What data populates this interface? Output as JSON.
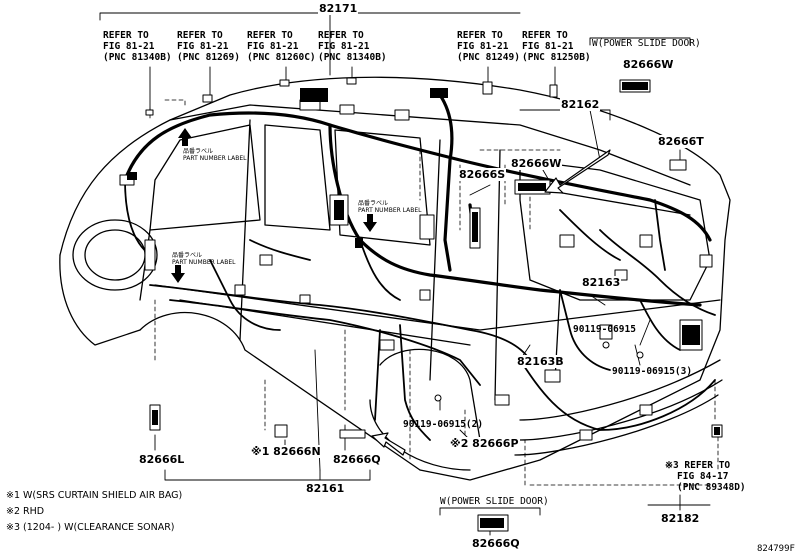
{
  "refs": {
    "r81340b_left": [
      "REFER TO",
      "FIG 81-21",
      "(PNC 81340B)"
    ],
    "r81269": [
      "REFER TO",
      "FIG 81-21",
      "(PNC 81269)"
    ],
    "r81260c": [
      "REFER TO",
      "FIG 81-21",
      "(PNC 81260C)"
    ],
    "r81340b_right": [
      "REFER TO",
      "FIG 81-21",
      "(PNC 81340B)"
    ],
    "r81249": [
      "REFER TO",
      "FIG 81-21",
      "(PNC 81249)"
    ],
    "r81250b": [
      "REFER TO",
      "FIG 81-21",
      "(PNC 81250B)"
    ],
    "r84_17": [
      "※3 REFER TO",
      "FIG 84-17",
      "(PNC 89348D)"
    ]
  },
  "parts": {
    "p82171": "82171",
    "p82162": "82162",
    "p82666w_top": "82666W",
    "p82666t": "82666T",
    "p82666w_mid": "82666W",
    "p82666s": "82666S",
    "p82163": "82163",
    "p90119_a": "90119-06915",
    "p90119_b": "90119-06915(3)",
    "p82163b": "82163B",
    "p90119_c": "90119-06915(2)",
    "p82666p": "※2 82666P",
    "p82666n": "※1 82666N",
    "p82666l": "82666L",
    "p82666q_a": "82666Q",
    "p82161": "82161",
    "p82182": "82182",
    "p82666q_b": "82666Q",
    "power_slide_top": "W(POWER SLIDE DOOR)",
    "power_slide_bottom": "W(POWER SLIDE DOOR)"
  },
  "labels": {
    "pl1_jp": "品番ラベル",
    "pl1_en": "PART NUMBER LABEL",
    "pl2_jp": "品番ラベル",
    "pl2_en": "PART NUMBER LABEL",
    "pl3_jp": "品番ラベル",
    "pl3_en": "PART NUMBER LABEL"
  },
  "notes": {
    "n1": "※1  W(SRS CURTAIN SHIELD AIR BAG)",
    "n2": "※2  RHD",
    "n3": "※3  (1204-      ) W(CLEARANCE SONAR)"
  },
  "figure_id": "824799F"
}
